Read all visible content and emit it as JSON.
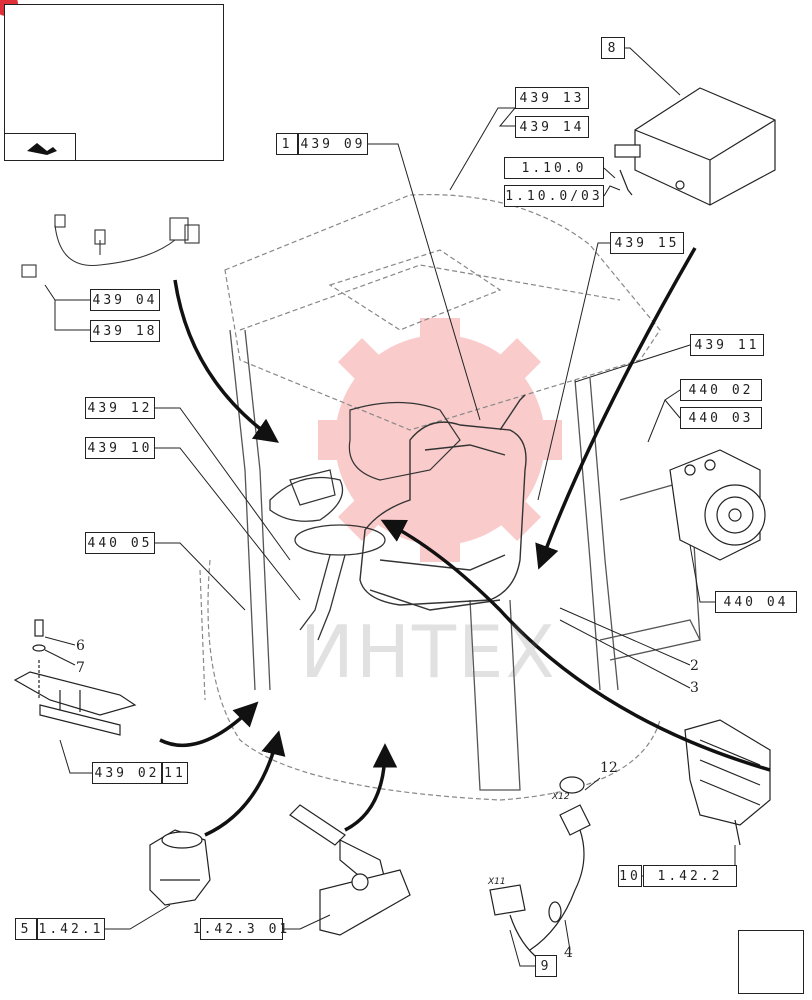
{
  "watermark": "ИНТЕХ",
  "tags": {
    "x11": "X11",
    "x12": "X12"
  },
  "refs": {
    "r8": "8",
    "r439_13": "439 13",
    "r439_14": "439 14",
    "r1_box": "1",
    "r439_09": "439 09",
    "r1_10_0": "1.10.0",
    "r1_10_0_03": "1.10.0/03",
    "r439_15": "439 15",
    "r439_04": "439 04",
    "r439_18": "439 18",
    "r439_11": "439 11",
    "r440_02": "440 02",
    "r440_03": "440 03",
    "r439_12": "439 12",
    "r439_10": "439 10",
    "r440_05": "440 05",
    "r440_04": "440 04",
    "r439_02": "439 02",
    "r11": "11",
    "r10": "10",
    "r1_42_2": "1.42.2",
    "r5": "5",
    "r1_42_1": "1.42.1",
    "r1_42_3_01": "1.42.3 01",
    "r9": "9"
  },
  "callouts": {
    "n6": "6",
    "n7": "7",
    "n2": "2",
    "n3": "3",
    "n12": "12",
    "n4": "4"
  },
  "colors": {
    "line": "#222222",
    "watermark_red": "#f26d6d",
    "corner_badge": "#e0303a"
  }
}
